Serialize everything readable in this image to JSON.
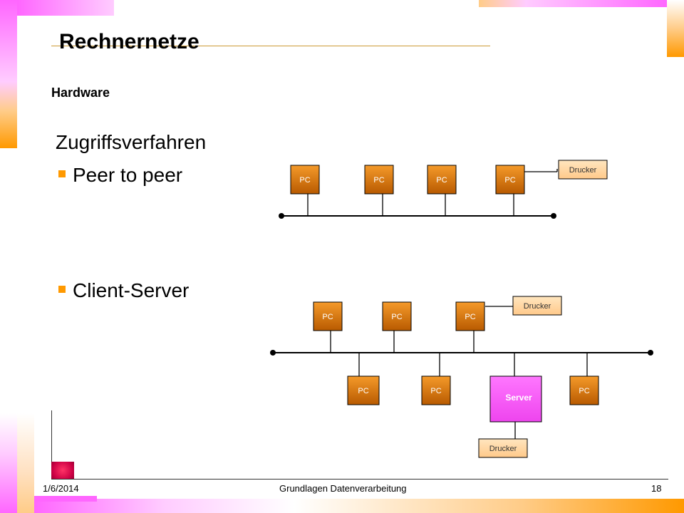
{
  "slide": {
    "title": "Rechnernetze",
    "subtitle": "Hardware",
    "heading": "Zugriffsverfahren",
    "bullets": [
      "Peer to peer",
      "Client-Server"
    ]
  },
  "diagram": {
    "pc_label": "PC",
    "printer_label": "Drucker",
    "server_label": "Server",
    "colors": {
      "pc": "#e07a10",
      "server": "#ff66ff",
      "printer": "#ffd9a0",
      "accent": "#ff9900"
    }
  },
  "footer": {
    "date": "1/6/2014",
    "course": "Grundlagen Datenverarbeitung",
    "page": "18"
  }
}
